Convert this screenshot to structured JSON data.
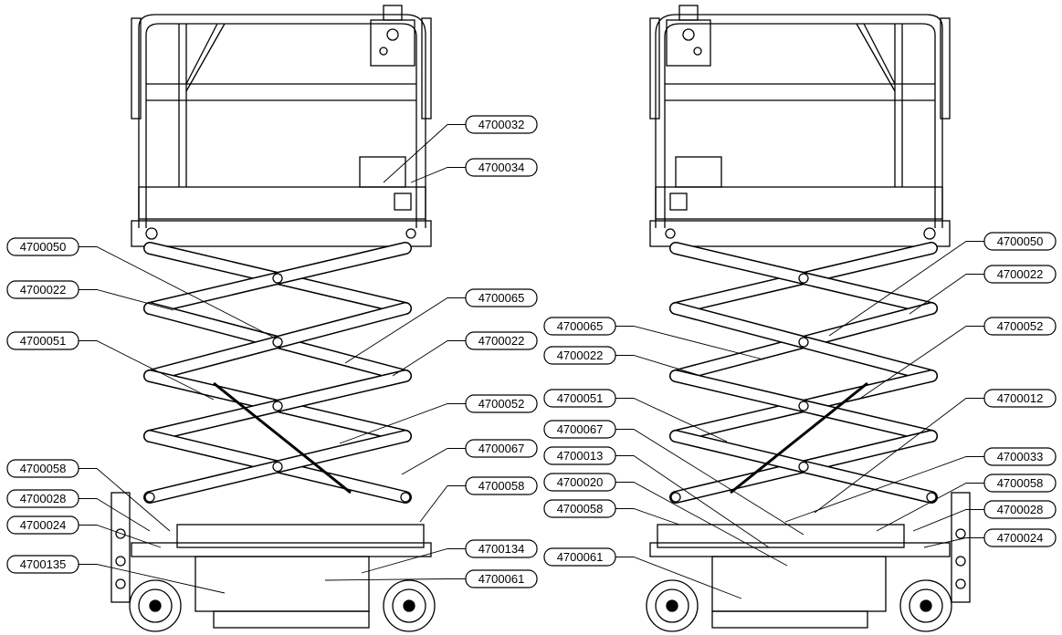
{
  "figure": "scissor-lift-parts-diagram",
  "views": [
    {
      "name": "left-view",
      "labels": [
        {
          "id": "lv-l-1",
          "text": "4700050"
        },
        {
          "id": "lv-l-2",
          "text": "4700022"
        },
        {
          "id": "lv-l-3",
          "text": "4700051"
        },
        {
          "id": "lv-l-4",
          "text": "4700058"
        },
        {
          "id": "lv-l-5",
          "text": "4700028"
        },
        {
          "id": "lv-l-6",
          "text": "4700024"
        },
        {
          "id": "lv-l-7",
          "text": "4700135"
        },
        {
          "id": "lv-r-1",
          "text": "4700032"
        },
        {
          "id": "lv-r-2",
          "text": "4700034"
        },
        {
          "id": "lv-r-3",
          "text": "4700065"
        },
        {
          "id": "lv-r-4",
          "text": "4700022"
        },
        {
          "id": "lv-r-5",
          "text": "4700052"
        },
        {
          "id": "lv-r-6",
          "text": "4700067"
        },
        {
          "id": "lv-r-7",
          "text": "4700058"
        },
        {
          "id": "lv-r-8",
          "text": "4700134"
        },
        {
          "id": "lv-r-9",
          "text": "4700061"
        }
      ]
    },
    {
      "name": "right-view",
      "labels": [
        {
          "id": "rv-l-1",
          "text": "4700065"
        },
        {
          "id": "rv-l-2",
          "text": "4700022"
        },
        {
          "id": "rv-l-3",
          "text": "4700051"
        },
        {
          "id": "rv-l-4",
          "text": "4700067"
        },
        {
          "id": "rv-l-5",
          "text": "4700013"
        },
        {
          "id": "rv-l-6",
          "text": "4700020"
        },
        {
          "id": "rv-l-7",
          "text": "4700058"
        },
        {
          "id": "rv-l-8",
          "text": "4700061"
        },
        {
          "id": "rv-r-1",
          "text": "4700050"
        },
        {
          "id": "rv-r-2",
          "text": "4700022"
        },
        {
          "id": "rv-r-3",
          "text": "4700052"
        },
        {
          "id": "rv-r-4",
          "text": "4700012"
        },
        {
          "id": "rv-r-5",
          "text": "4700033"
        },
        {
          "id": "rv-r-6",
          "text": "4700058"
        },
        {
          "id": "rv-r-7",
          "text": "4700028"
        },
        {
          "id": "rv-r-8",
          "text": "4700024"
        }
      ]
    }
  ]
}
